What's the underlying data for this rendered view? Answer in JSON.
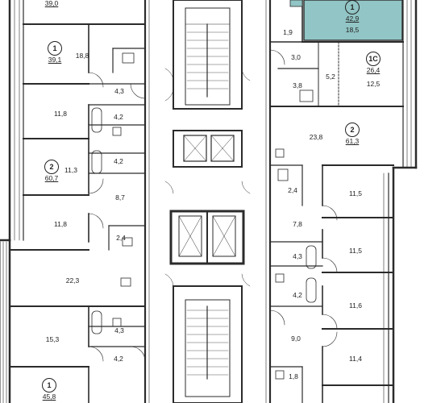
{
  "apartments": [
    {
      "id": "apt-top-left",
      "rooms": "",
      "area": "39,0"
    },
    {
      "id": "apt-left-1",
      "rooms": "1",
      "area": "39,1"
    },
    {
      "id": "apt-left-2",
      "rooms": "2",
      "area": "60,7"
    },
    {
      "id": "apt-left-3",
      "rooms": "1",
      "area": "45,8"
    },
    {
      "id": "apt-right-highlight",
      "rooms": "1",
      "area": "42,9"
    },
    {
      "id": "apt-right-1c",
      "rooms": "1С",
      "area": "26,4"
    },
    {
      "id": "apt-right-2",
      "rooms": "2",
      "area": "61,3"
    }
  ],
  "rooms": [
    "18,8",
    "4,3",
    "11,8",
    "4,2",
    "4,2",
    "11,3",
    "8,7",
    "11,8",
    "2,4",
    "22,3",
    "15,3",
    "4,3",
    "4,2",
    "1,9",
    "18,5",
    "3,0",
    "3,8",
    "5,2",
    "12,5",
    "23,8",
    "2,4",
    "11,5",
    "7,8",
    "11,5",
    "4,3",
    "4,2",
    "11,6",
    "9,0",
    "11,4",
    "1,8"
  ],
  "colors": {
    "highlight": "#92c5c5",
    "wall": "#2b2b2b",
    "line": "#555555"
  }
}
